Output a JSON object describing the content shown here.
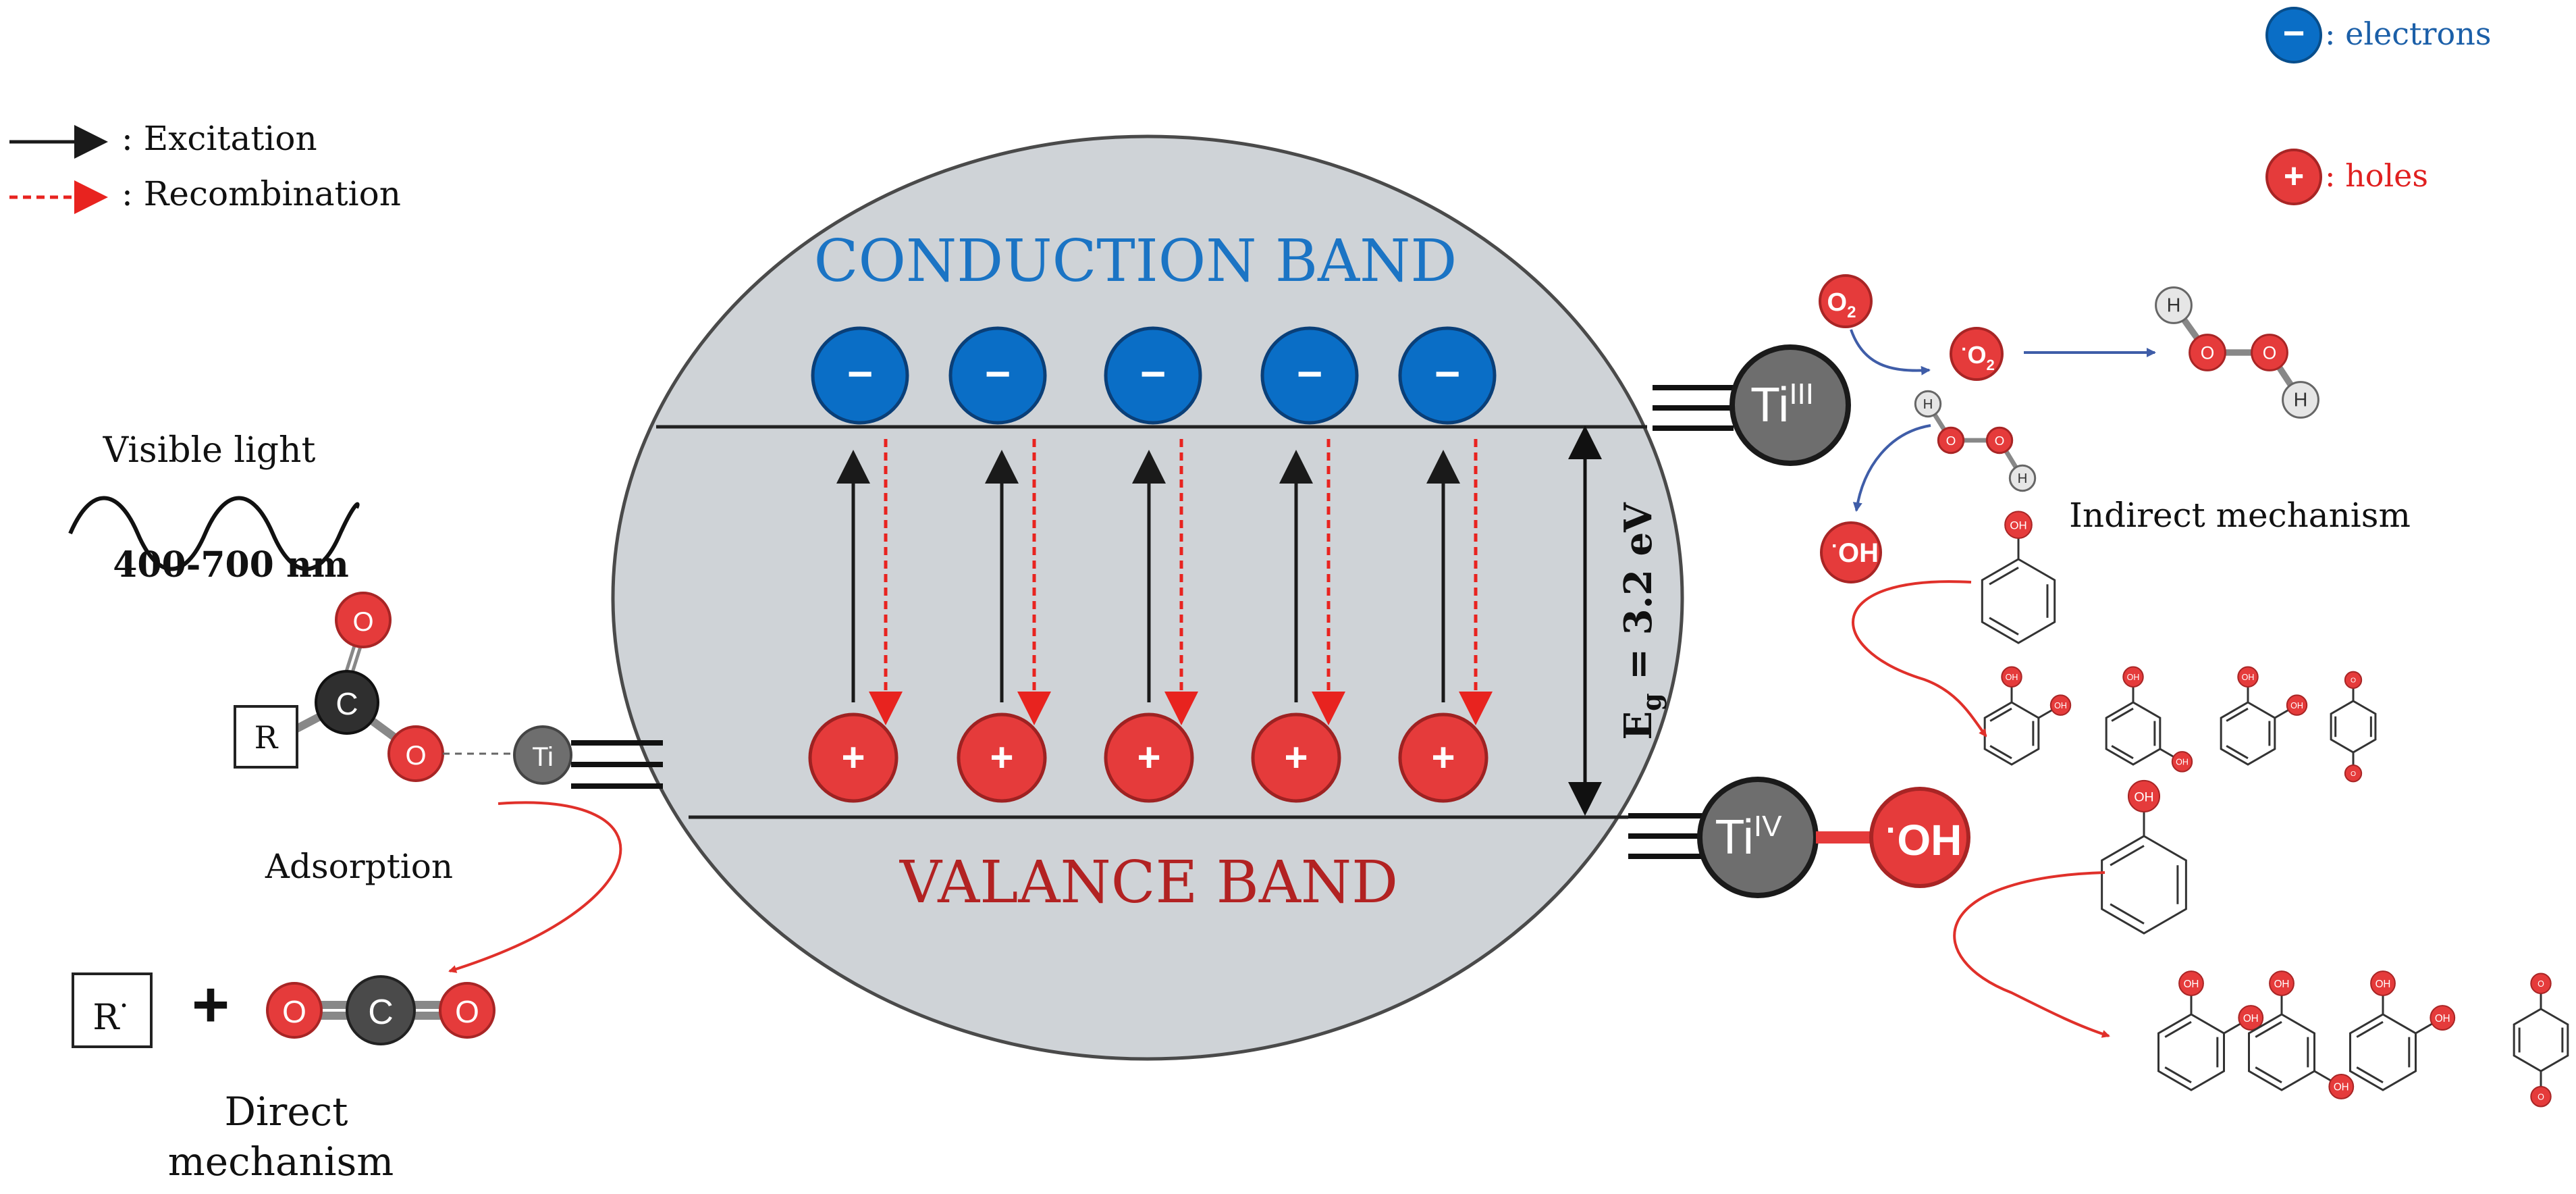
{
  "legend": {
    "excitation": ": Excitation",
    "recombination": ": Recombination",
    "electrons": ": electrons",
    "holes": ": holes"
  },
  "bands": {
    "conduction": "CONDUCTION BAND",
    "valence": "VALANCE BAND",
    "gap_main": "E",
    "gap_sub": "g",
    "gap_value": " = 3.2 eV"
  },
  "light": {
    "label": "Visible light",
    "range": "400-700 nm"
  },
  "direct": {
    "R": "R",
    "C": "C",
    "O": "O",
    "Ti": "Ti",
    "adsorption": "Adsorption",
    "R_radical": "R",
    "radical_dot": "·",
    "plus": "+",
    "line1": "Direct",
    "line2": "mechanism"
  },
  "indirect": {
    "label": "Indirect mechanism",
    "Ti3_main": "Ti",
    "Ti3_sup": "III",
    "Ti4_main": "Ti",
    "Ti4_sup": "IV",
    "O2": "O",
    "O2_sub": "2",
    "superoxide": "O",
    "OH": "OH",
    "H": "H",
    "small_OH": "OH",
    "small_O": "O"
  },
  "symbols": {
    "minus": "−",
    "plus": "+"
  },
  "colors": {
    "electron": "#0a6ec6",
    "hole": "#e53b3b",
    "conduction_text": "#1b74c4",
    "valence_text": "#b22222",
    "ellipse": "#cfd3d7",
    "titanium": "#6e6e6e",
    "carbon": "#3a3a3a"
  }
}
